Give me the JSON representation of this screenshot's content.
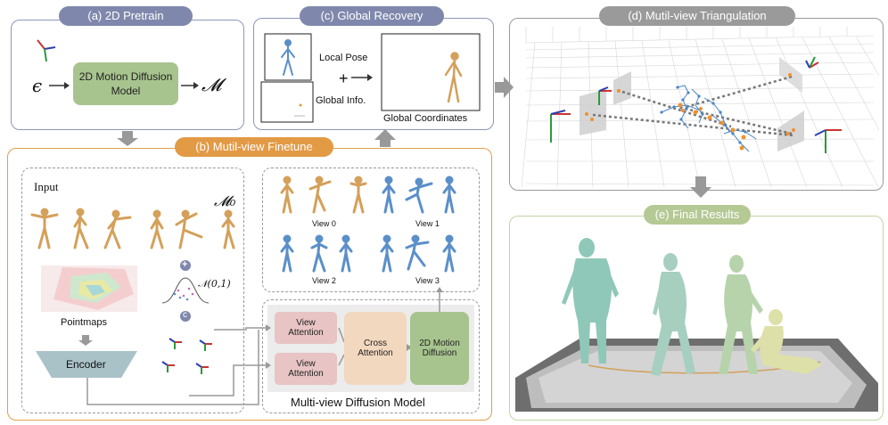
{
  "panels": {
    "pretrain": {
      "title": "(a) 2D Pretrain",
      "input_symbol": "ϵ",
      "model_label": "2D Motion Diffusion Model",
      "output_symbol": "𝓜"
    },
    "recovery": {
      "title": "(c) Global Recovery",
      "local_pose": "Local Pose",
      "plus": "+",
      "global_info": "Global Info.",
      "global_coords": "Global Coordinates"
    },
    "triangulation": {
      "title": "(d) Mutil-view Triangulation"
    },
    "finetune": {
      "title": "(b) Mutil-view Finetune",
      "input_label": "Input",
      "m0_symbol": "𝓜₀",
      "pointmaps_label": "Pointmaps",
      "encoder_label": "Encoder",
      "noise_symbol": "𝒩(0,1)",
      "plus_symbol": "+",
      "concat_symbol": "c",
      "views": [
        "View 0",
        "View 1",
        "View 2",
        "View 3"
      ],
      "view_attention_1": "View Attention",
      "view_attention_2": "View Attention",
      "cross_attention": "Cross Attention",
      "motion_diffusion": "2D Motion Diffusion",
      "mvdm_label": "Multi-view Diffusion Model"
    },
    "final": {
      "title": "(e) Final Results"
    }
  },
  "colors": {
    "pretrain_border": "#8e97b8",
    "pretrain_pill": "#7f88ac",
    "finetune_border": "#e0a04e",
    "finetune_pill": "#e39a45",
    "triangulation_pill": "#9a9a9a",
    "final_border": "#c3d4a4",
    "final_pill": "#b5c994",
    "model_green": "#a8c48e",
    "attention_pink": "#e8c4c4",
    "cross_peach": "#f2d8bf",
    "encoder_blue": "#a9c2c8",
    "orange_skeleton": "#d4a05a",
    "blue_skeleton": "#5b8fc9"
  }
}
